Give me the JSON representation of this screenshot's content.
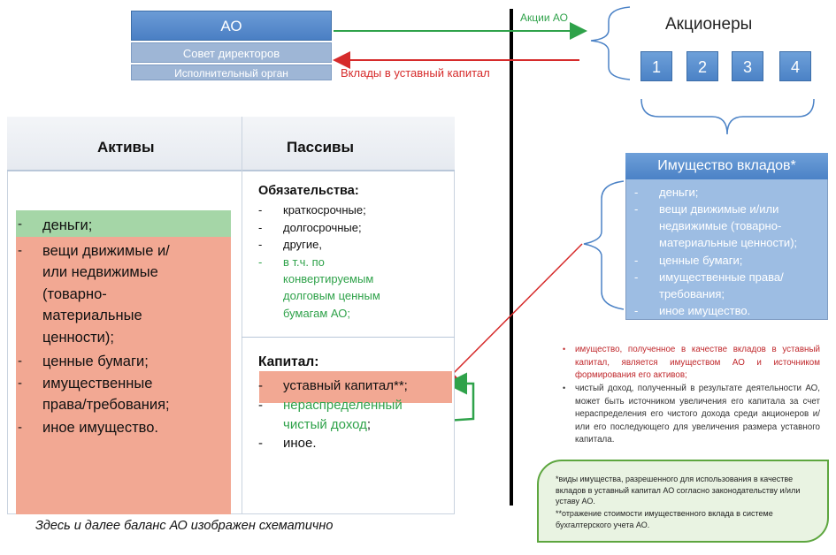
{
  "ao": {
    "title": "АО",
    "board": "Совет директоров",
    "executive": "Исполнительный орган"
  },
  "arrows": {
    "shares_label": "Акции АО",
    "contributions_label": "Вклады в уставный капитал"
  },
  "shareholders": {
    "title": "Акционеры",
    "boxes": [
      "1",
      "2",
      "3",
      "4"
    ]
  },
  "balance": {
    "assets_header": "Активы",
    "liabilities_header": "Пассивы",
    "assets": [
      {
        "dash": "-",
        "lines": [
          "деньги;"
        ]
      },
      {
        "dash": "-",
        "lines": [
          "вещи движимые и/",
          "или недвижимые",
          "(товарно-",
          "материальные",
          "ценности);"
        ]
      },
      {
        "dash": "-",
        "lines": [
          "ценные бумаги;"
        ]
      },
      {
        "dash": "-",
        "lines": [
          "имущественные",
          "права/требования;"
        ]
      },
      {
        "dash": "-",
        "lines": [
          "иное имущество."
        ]
      }
    ],
    "obligations_title": "Обязательства:",
    "obligations": [
      {
        "dash": "-",
        "lines": [
          "краткосрочные;"
        ]
      },
      {
        "dash": "-",
        "lines": [
          "долгосрочные;"
        ]
      },
      {
        "dash": "-",
        "lines": [
          "другие,"
        ]
      }
    ],
    "obligations_green": {
      "dash": "-",
      "lines": [
        "в т.ч. по",
        "конвертируемым",
        "долговым ценным",
        "бумагам АО;"
      ]
    },
    "capital_title": "Капитал:",
    "capital_items": [
      {
        "dash": "-",
        "text": "уставный капитал**;"
      },
      {
        "dash": "-",
        "text_green_1": "нераспределенный",
        "text_green_2": "чистый доход",
        "tail": ";"
      },
      {
        "dash": "-",
        "text": "иное."
      }
    ]
  },
  "estate": {
    "title": "Имущество вкладов*",
    "items": [
      {
        "dash": "-",
        "lines": [
          "деньги;"
        ]
      },
      {
        "dash": "-",
        "lines": [
          "вещи движимые и/или",
          "недвижимые (товарно-",
          "материальные ценности);"
        ]
      },
      {
        "dash": "-",
        "lines": [
          "ценные бумаги;"
        ]
      },
      {
        "dash": "-",
        "lines": [
          "имущественные права/",
          "требования;"
        ]
      },
      {
        "dash": "-",
        "lines": [
          "иное имущество."
        ]
      }
    ]
  },
  "notes": {
    "red": "имущество, полученное в качестве вкладов в уставный капитал, является имуществом АО и источником формирования его активов;",
    "dark": "чистый доход, полученный в результате деятельности АО, может быть источником увеличения его капитала за счет нераспределения его чистого дохода среди акционеров и/или его последующего для увеличения размера уставного капитала."
  },
  "footnotes": {
    "line1": "*виды имущества, разрешенного для использования в качестве вкладов в уставный капитал АО согласно законодательству и/или уставу АО.",
    "line2": "**отражение стоимости имущественного вклада в системе бухгалтерского учета АО."
  },
  "caption": "Здесь и далее баланс АО изображен схематично",
  "colors": {
    "accent_blue": "#4b82c6",
    "green": "#2fa24a",
    "red": "#d62b2b",
    "salmon": "#f2a893",
    "light_green": "#a5d6a7"
  }
}
